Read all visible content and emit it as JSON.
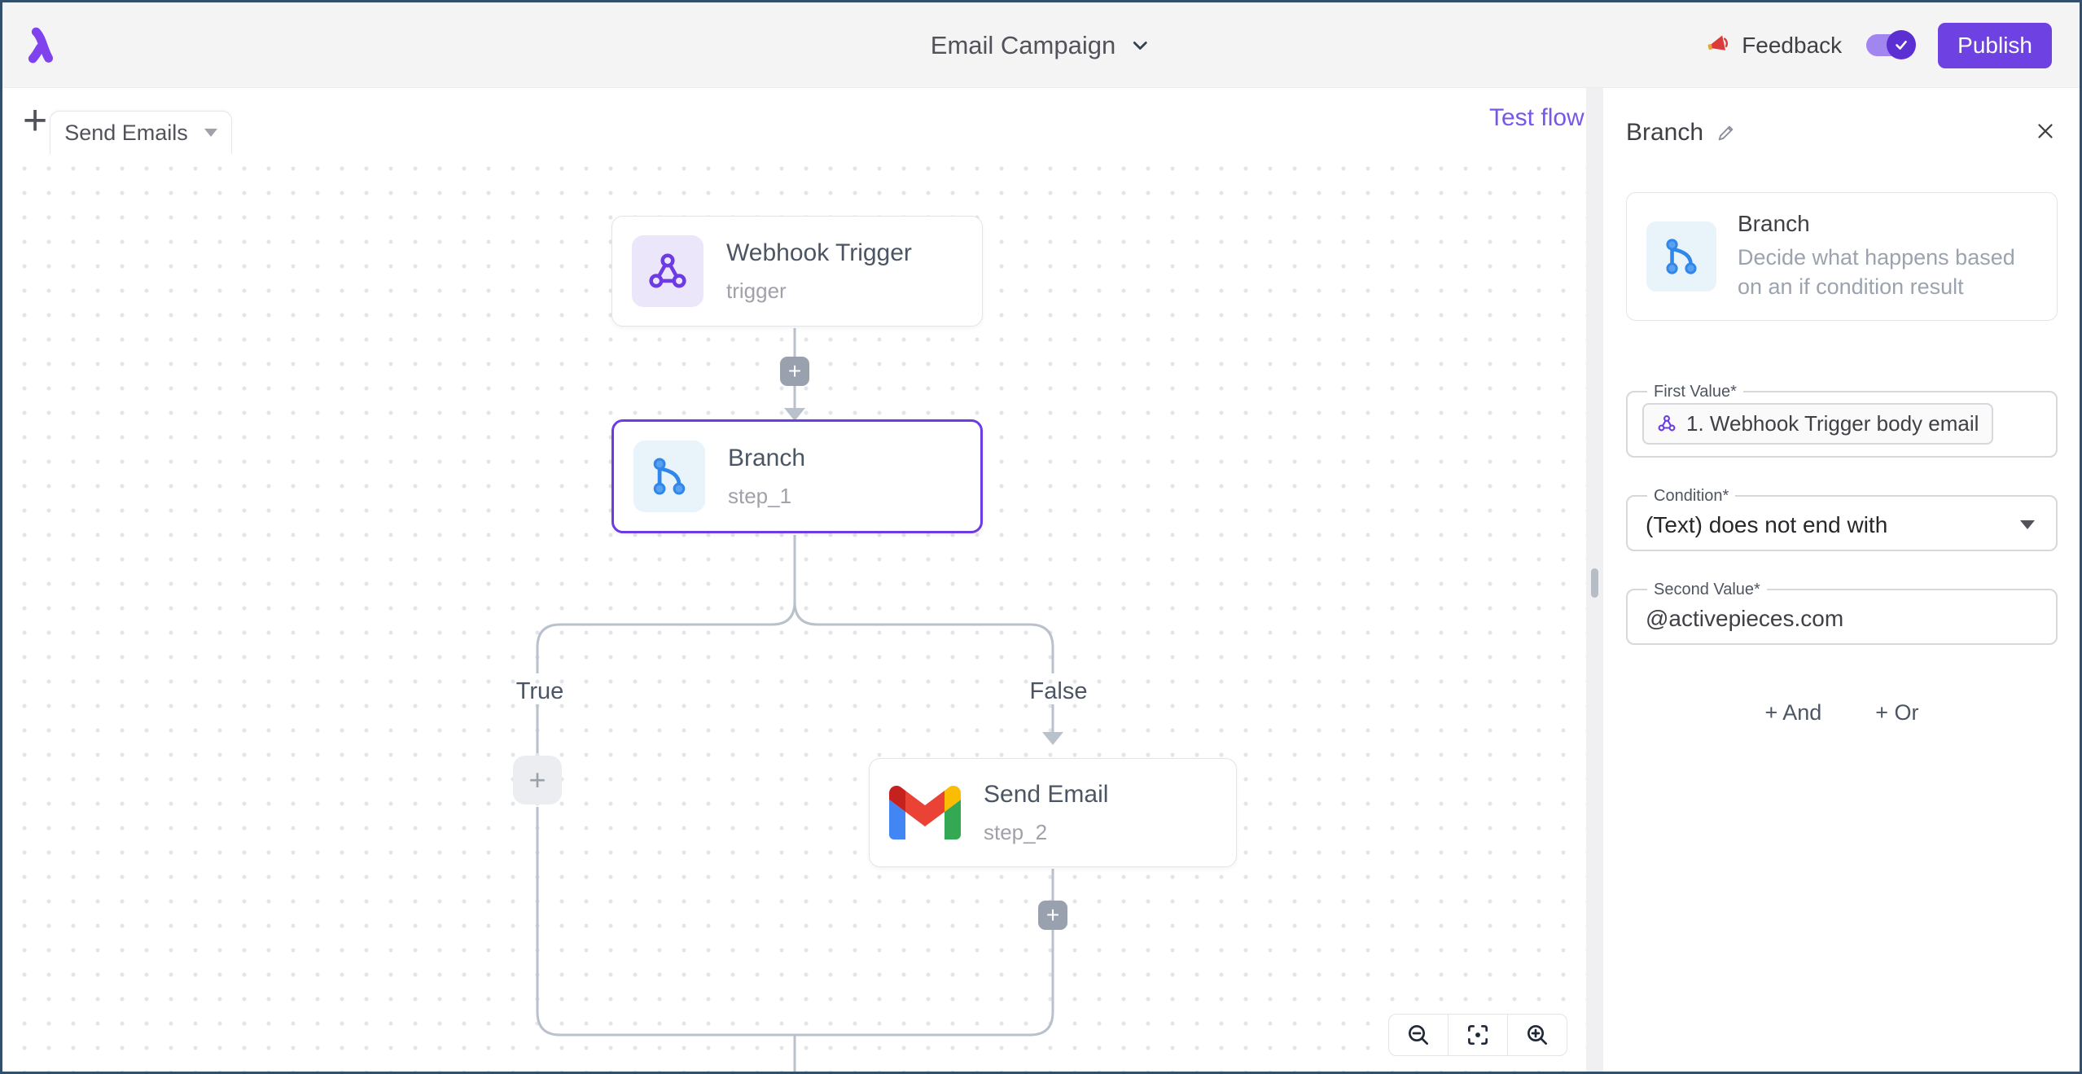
{
  "header": {
    "title": "Email Campaign",
    "feedback_label": "Feedback",
    "publish_label": "Publish",
    "flow_toggle": {
      "state": "on"
    }
  },
  "toolbar": {
    "add_tab_label": "+",
    "tab_label": "Send Emails",
    "test_flow_label": "Test flow"
  },
  "flow": {
    "add_button": "+",
    "nodes": {
      "webhook": {
        "title": "Webhook Trigger",
        "subtitle": "trigger"
      },
      "branch": {
        "title": "Branch",
        "subtitle": "step_1",
        "selected": true
      },
      "send_email": {
        "title": "Send Email",
        "subtitle": "step_2"
      }
    },
    "branch_labels": {
      "true": "True",
      "false": "False"
    }
  },
  "panel": {
    "title": "Branch",
    "piece": {
      "name": "Branch",
      "description": "Decide what happens based on an if condition result"
    },
    "fields": {
      "first_value": {
        "label": "First Value*",
        "token": "1. Webhook Trigger body email"
      },
      "condition": {
        "label": "Condition*",
        "value": "(Text) does not end with"
      },
      "second_value": {
        "label": "Second Value*",
        "value": "@activepieces.com"
      }
    },
    "buttons": {
      "and": "+ And",
      "or": "+ Or"
    }
  },
  "colors": {
    "brand_purple": "#6e41e2",
    "selected_border": "#6d3be4",
    "test_flow_link": "#7857e8",
    "toggle_track": "#a186ef",
    "toggle_thumb": "#5b2fd1",
    "connector_gray": "#b9c1cc",
    "branch_icon_blue": "#2f86eb",
    "webhook_icon_purple": "#6d3be4"
  }
}
